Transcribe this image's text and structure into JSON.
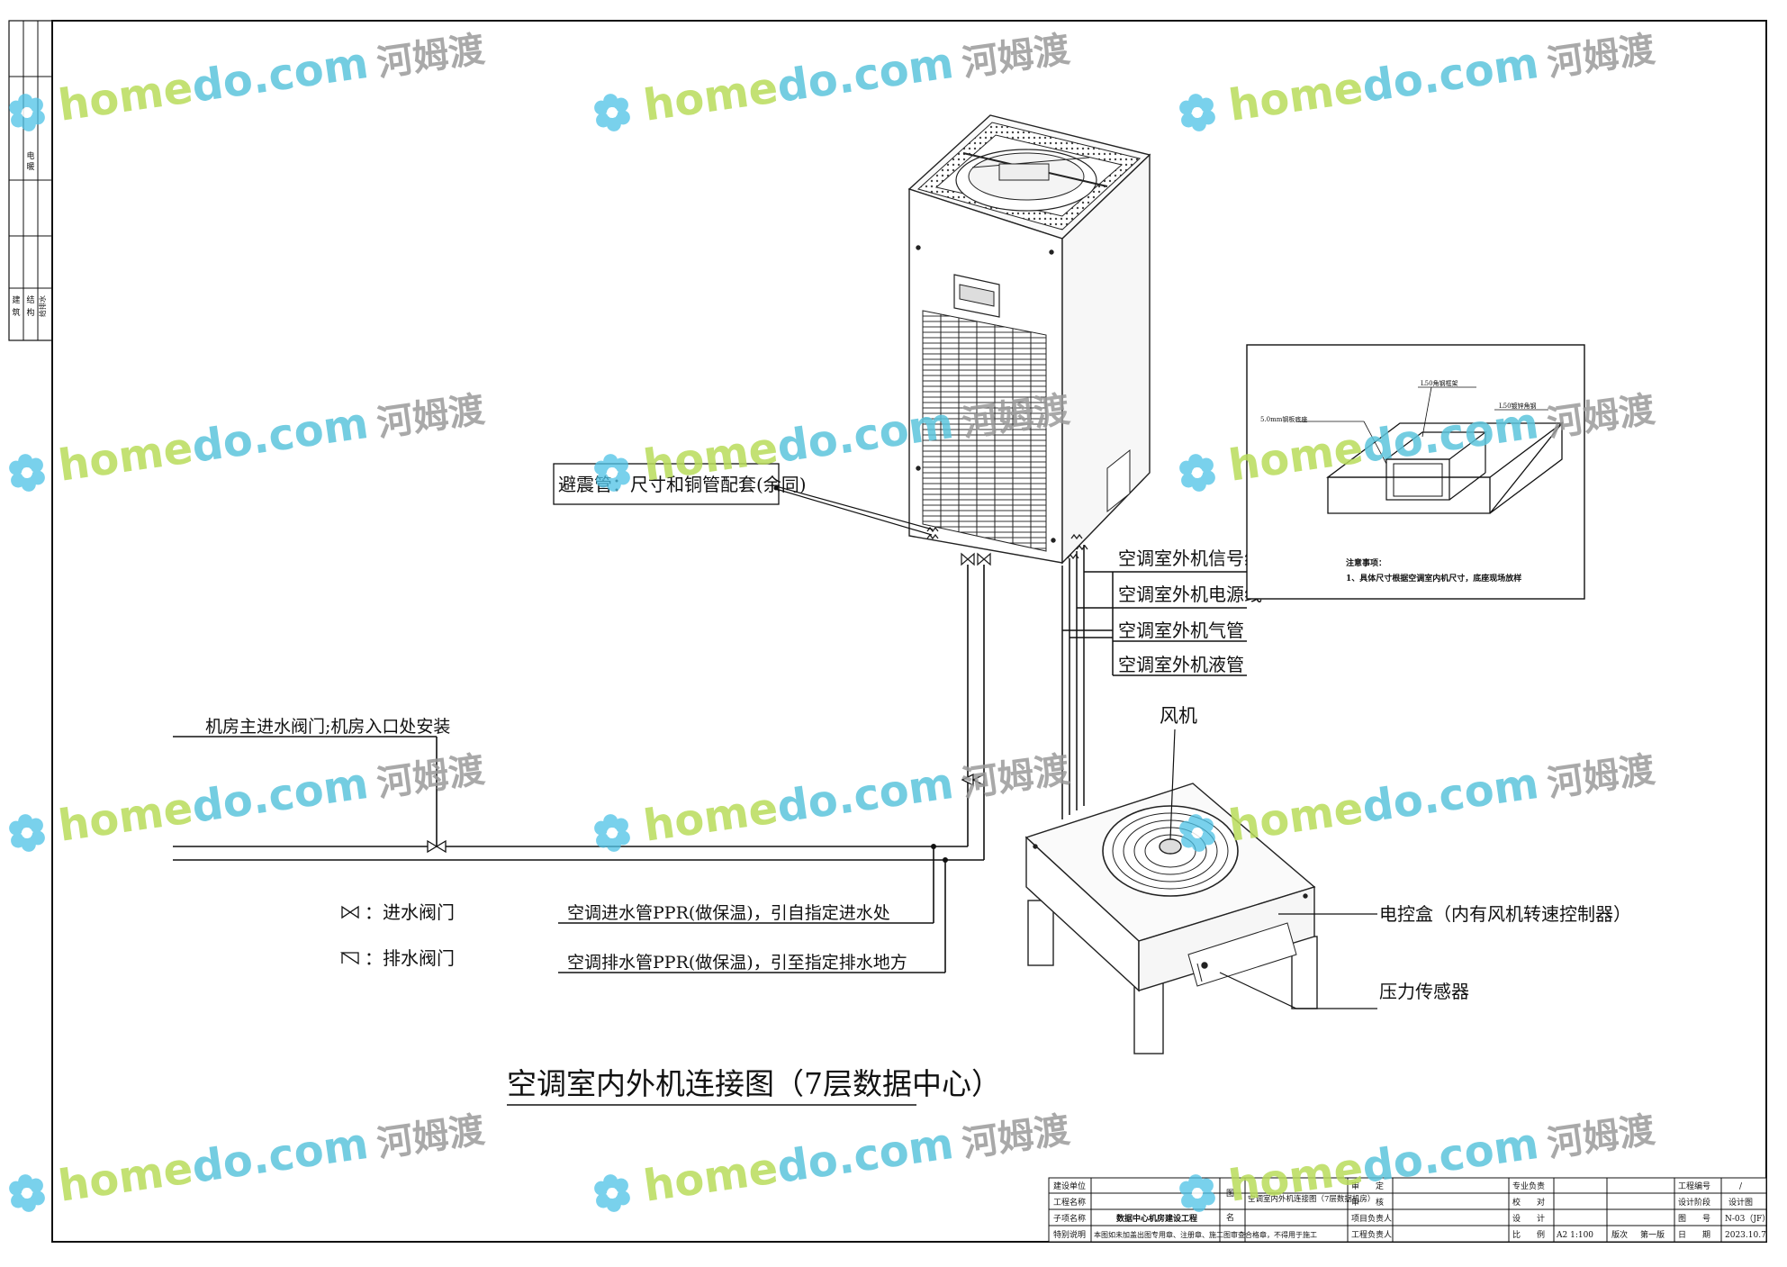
{
  "drawing_title": "空调室内外机连接图（7层数据中心）",
  "callouts": {
    "shock_pipe": "避震管：尺寸和铜管配套(余同)",
    "signal_line": "空调室外机信号线",
    "power_line": "空调室外机电源线",
    "gas_pipe": "空调室外机气管",
    "liquid_pipe": "空调室外机液管",
    "fan": "风机",
    "control_box": "电控盒（内有风机转速控制器）",
    "pressure_sensor": "压力传感器",
    "main_valve": "机房主进水阀门;机房入口处安装",
    "inlet_pipe": "空调进水管PPR(做保温)，引自指定进水处",
    "drain_pipe": "空调排水管PPR(做保温)，引至指定排水地方"
  },
  "legend": {
    "inlet_valve": "：进水阀门",
    "drain_valve": "：排水阀门"
  },
  "watermark": {
    "brand_a": "home",
    "brand_b": "do",
    "brand_c": ".com",
    "cn": "河姆渡",
    "colors": {
      "home": "#b9dc5a",
      "do": "#5cc4dc",
      "com": "#5cc4dc",
      "cn": "#9a9a9a",
      "flower": "#4fc3e6"
    }
  },
  "title_block": {
    "builder_label": "建设单位",
    "project_label": "工程名称",
    "subitem_label": "子项名称",
    "subitem_value": "数据中心机房建设工程",
    "special_label": "特别说明",
    "special_value": "本图如未加盖出图专用章、注册章、施工图审查合格章，不得用于施工",
    "figure_label_a": "图",
    "figure_label_b": "名",
    "figure_name": "空调室内外机连接图（7层数据机房）",
    "review_a": "审　　定",
    "review_b": "审　　核",
    "review_c": "项目负责人",
    "review_d": "工程负责人",
    "lead_label": "专业负责",
    "check_label": "校　　对",
    "design_label": "设　　计",
    "scale_label": "比　　例",
    "scale_value": "A2 1:100",
    "version_label": "版次",
    "version_value": "第一版",
    "proj_no_label": "工程编号",
    "proj_no_value": "/",
    "stage_label": "设计阶段",
    "stage_value": "设计图",
    "drawing_no_label": "图　　号",
    "drawing_no_value": "N-03（JF）",
    "date_label": "日　　期",
    "date_value": "2023.10.7"
  },
  "side_strip": {
    "a": "电",
    "b": "暖",
    "c": "建",
    "d": "筑",
    "e": "结",
    "f": "构",
    "g": "给排水"
  },
  "inset": {
    "note_title": "注意事项：",
    "note_1": "1、具体尺寸根据空调室内机尺寸，底座现场放样",
    "label_left": "5.0mm钢板底座",
    "label_top": "L50角钢框架",
    "label_right": "L50镀锌角钢"
  }
}
